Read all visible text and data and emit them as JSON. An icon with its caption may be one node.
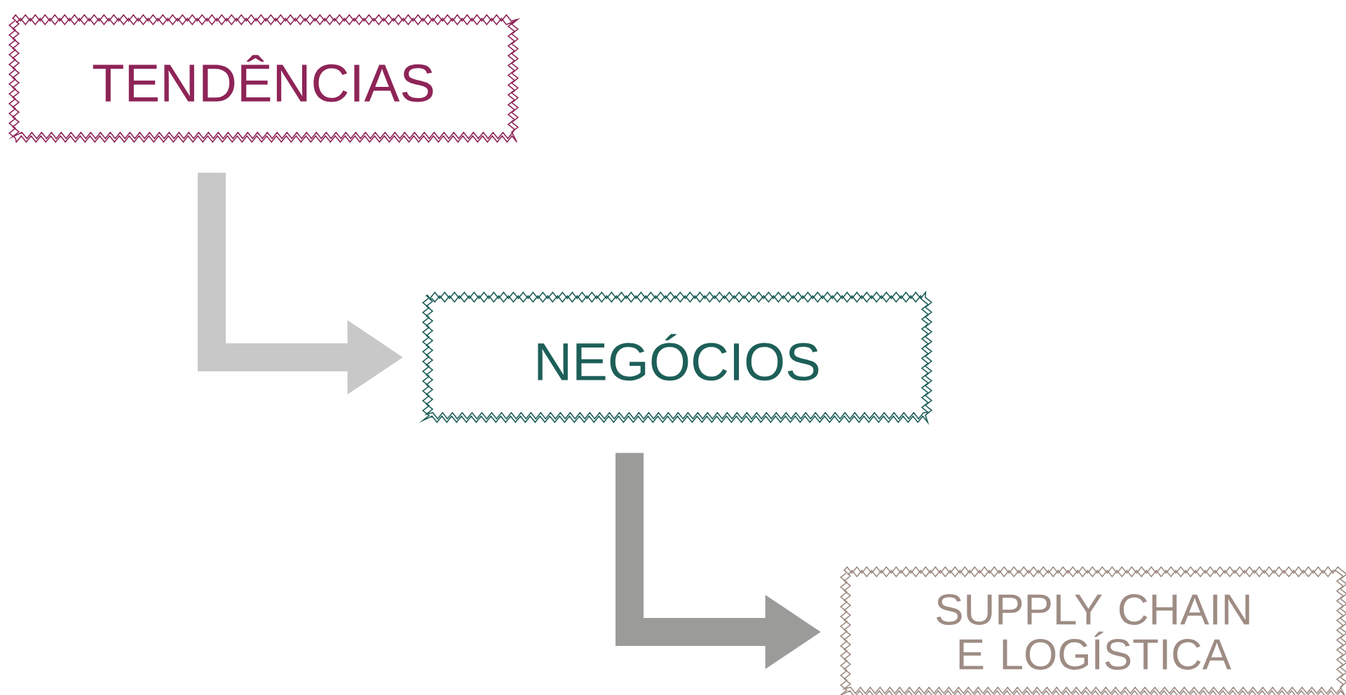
{
  "diagram": {
    "nodes": [
      {
        "text": [
          "TENDÊNCIAS"
        ]
      },
      {
        "text": [
          "NEGÓCIOS"
        ]
      },
      {
        "text": [
          "SUPPLY CHAIN E LOGÍSTICA"
        ]
      }
    ],
    "edges": [
      {
        "from": 0,
        "to": 1,
        "arrow": "to",
        "color": "#c8c8c8"
      },
      {
        "from": 1,
        "to": 2,
        "arrow": "to",
        "color": "#9b9b9a"
      }
    ]
  }
}
